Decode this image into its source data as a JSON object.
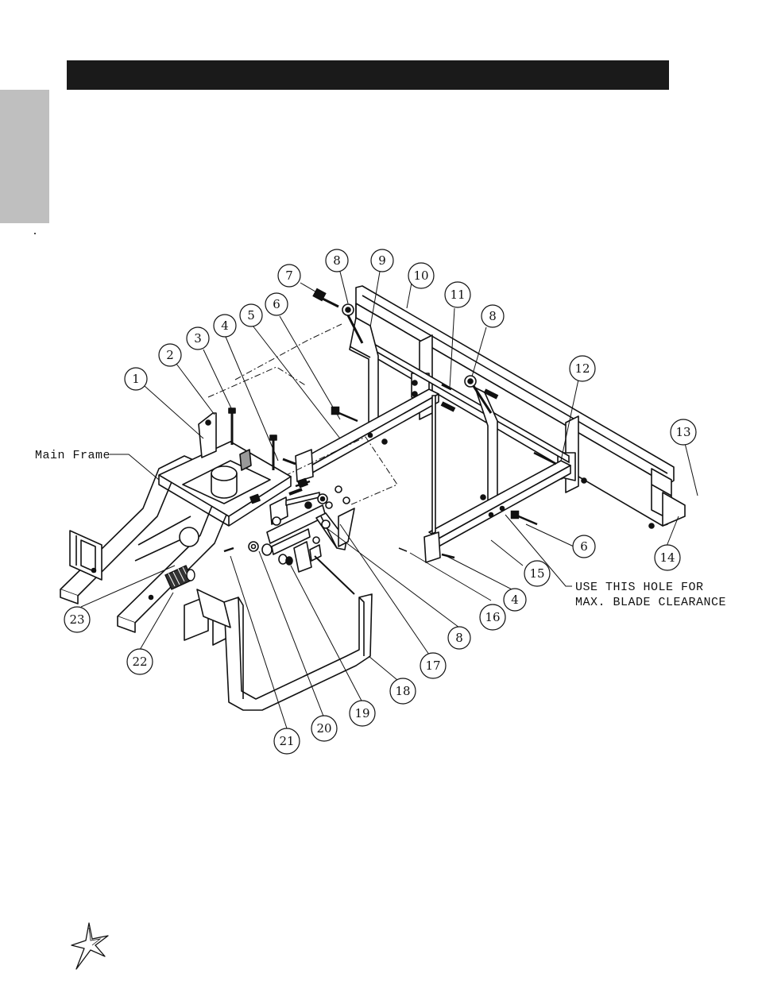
{
  "labels": {
    "main_frame": "Main Frame",
    "note_line1": "USE THIS HOLE FOR",
    "note_line2": "MAX. BLADE CLEARANCE"
  },
  "callouts": [
    {
      "id": "c1",
      "text": "1"
    },
    {
      "id": "c2",
      "text": "2"
    },
    {
      "id": "c3",
      "text": "3"
    },
    {
      "id": "c4a",
      "text": "4"
    },
    {
      "id": "c5",
      "text": "5"
    },
    {
      "id": "c6a",
      "text": "6"
    },
    {
      "id": "c7",
      "text": "7"
    },
    {
      "id": "c8a",
      "text": "8"
    },
    {
      "id": "c9",
      "text": "9"
    },
    {
      "id": "c10",
      "text": "10"
    },
    {
      "id": "c11",
      "text": "11"
    },
    {
      "id": "c8b",
      "text": "8"
    },
    {
      "id": "c12",
      "text": "12"
    },
    {
      "id": "c13",
      "text": "13"
    },
    {
      "id": "c14",
      "text": "14"
    },
    {
      "id": "c6b",
      "text": "6"
    },
    {
      "id": "c15",
      "text": "15"
    },
    {
      "id": "c4b",
      "text": "4"
    },
    {
      "id": "c16",
      "text": "16"
    },
    {
      "id": "c8c",
      "text": "8"
    },
    {
      "id": "c17",
      "text": "17"
    },
    {
      "id": "c18",
      "text": "18"
    },
    {
      "id": "c19",
      "text": "19"
    },
    {
      "id": "c20",
      "text": "20"
    },
    {
      "id": "c21",
      "text": "21"
    },
    {
      "id": "c22",
      "text": "22"
    },
    {
      "id": "c23",
      "text": "23"
    }
  ]
}
